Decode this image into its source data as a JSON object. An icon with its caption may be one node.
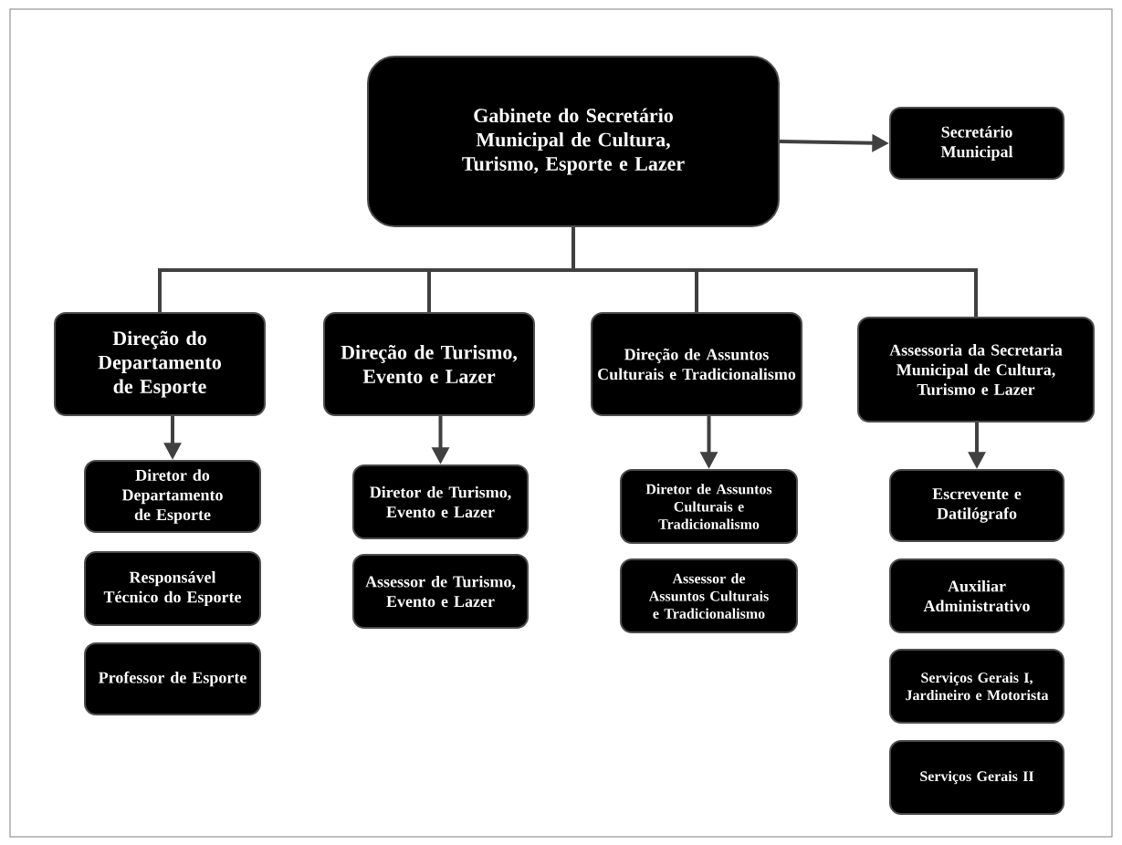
{
  "diagram": {
    "nodes": [
      {
        "text": [
          "Gabinete do Secretário Municipal de Cultura, Turismo, Esporte e Lazer"
        ]
      },
      {
        "text": [
          "Secretário Municipal"
        ]
      },
      {
        "text": [
          "Direção do Departamento de Esporte"
        ]
      },
      {
        "text": [
          "Direção de Turismo, Evento e Lazer"
        ]
      },
      {
        "text": [
          "Direção de Assuntos Culturais e Tradicionalismo"
        ]
      },
      {
        "text": [
          "Assessoria da Secretaria Municipal de Cultura, Turismo e Lazer"
        ]
      },
      {
        "text": [
          "Diretor do Departamento de Esporte"
        ]
      },
      {
        "text": [
          "Responsável Técnico do Esporte"
        ]
      },
      {
        "text": [
          "Professor de Esporte"
        ]
      },
      {
        "text": [
          "Diretor de Turismo, Evento e Lazer"
        ]
      },
      {
        "text": [
          "Assessor de Turismo, Evento e Lazer"
        ]
      },
      {
        "text": [
          "Diretor de Assuntos Culturais e Tradicionalismo"
        ]
      },
      {
        "text": [
          "Assessor de Assuntos Culturais e Tradicionalismo"
        ]
      },
      {
        "text": [
          "Escrevente e Datilógrafo"
        ]
      },
      {
        "text": [
          "Auxiliar Administrativo"
        ]
      },
      {
        "text": [
          "Serviços Gerais I, Jardineiro e Motorista"
        ]
      },
      {
        "text": [
          "Serviços Gerais II"
        ]
      }
    ],
    "edges": [
      {
        "from": 0,
        "to": 1,
        "arrow": "to"
      },
      {
        "from": 0,
        "to": 2,
        "arrow": "none"
      },
      {
        "from": 0,
        "to": 3,
        "arrow": "none"
      },
      {
        "from": 0,
        "to": 4,
        "arrow": "none"
      },
      {
        "from": 0,
        "to": 5,
        "arrow": "none"
      },
      {
        "from": 2,
        "to": 6,
        "arrow": "to"
      },
      {
        "from": 3,
        "to": 9,
        "arrow": "to"
      },
      {
        "from": 4,
        "to": 11,
        "arrow": "to"
      },
      {
        "from": 5,
        "to": 13,
        "arrow": "to"
      }
    ]
  }
}
